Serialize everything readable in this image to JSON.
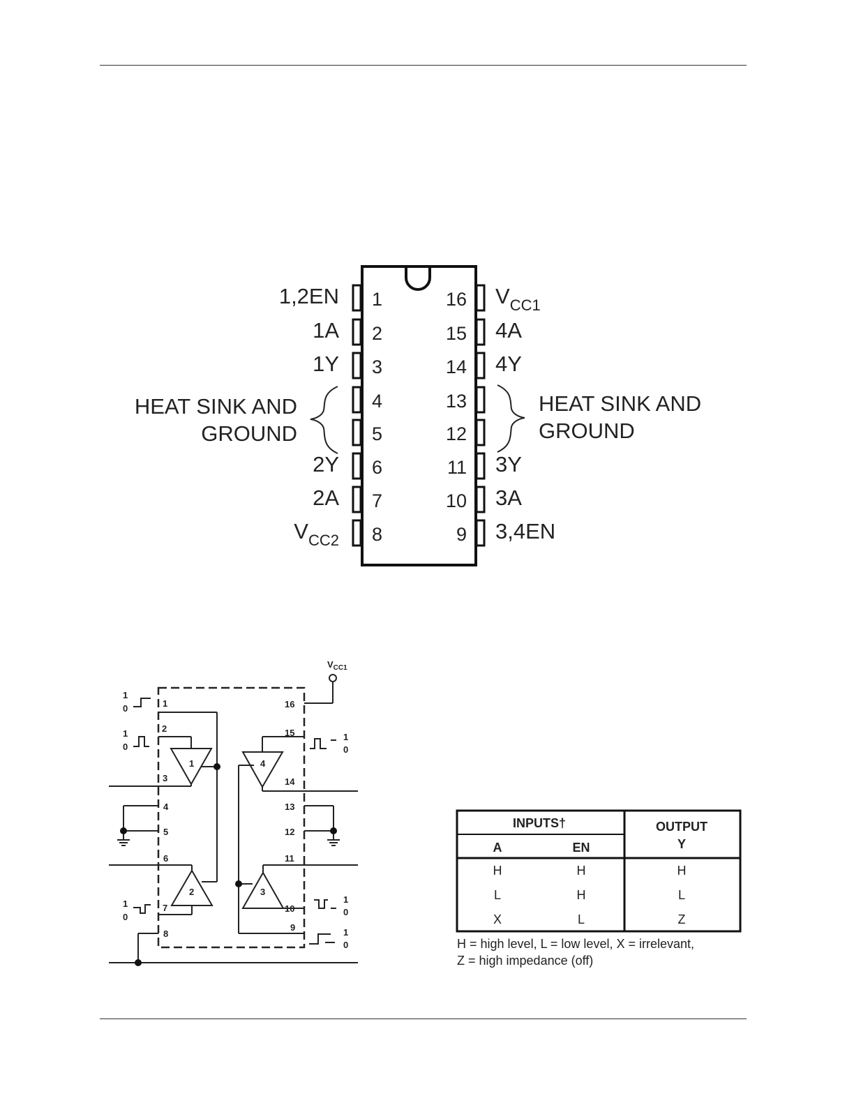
{
  "pinout": {
    "left_pins": [
      {
        "num": "1",
        "label": "1,2EN"
      },
      {
        "num": "2",
        "label": "1A"
      },
      {
        "num": "3",
        "label": "1Y"
      },
      {
        "num": "4",
        "label": ""
      },
      {
        "num": "5",
        "label": ""
      },
      {
        "num": "6",
        "label": "2Y"
      },
      {
        "num": "7",
        "label": "2A"
      },
      {
        "num": "8",
        "label": "V",
        "sub": "CC2"
      }
    ],
    "right_pins": [
      {
        "num": "16",
        "label": "V",
        "sub": "CC1"
      },
      {
        "num": "15",
        "label": "4A"
      },
      {
        "num": "14",
        "label": "4Y"
      },
      {
        "num": "13",
        "label": ""
      },
      {
        "num": "12",
        "label": ""
      },
      {
        "num": "11",
        "label": "3Y"
      },
      {
        "num": "10",
        "label": "3A"
      },
      {
        "num": "9",
        "label": "3,4EN"
      }
    ],
    "heat_sink_left": [
      "HEAT SINK AND",
      "GROUND"
    ],
    "heat_sink_right": [
      "HEAT SINK AND",
      "GROUND"
    ]
  },
  "logic_diagram": {
    "vcc_label": "V",
    "vcc_sub": "CC1",
    "pin_numbers": {
      "p1": "1",
      "p2": "2",
      "p3": "3",
      "p4": "4",
      "p5": "5",
      "p6": "6",
      "p7": "7",
      "p8": "8",
      "p9": "9",
      "p10": "10",
      "p11": "11",
      "p12": "12",
      "p13": "13",
      "p14": "14",
      "p15": "15",
      "p16": "16"
    },
    "buffers": [
      "1",
      "2",
      "3",
      "4"
    ],
    "waveform_levels": {
      "high": "1",
      "low": "0"
    }
  },
  "truth_table": {
    "inputs_header": "INPUTS†",
    "output_header_line1": "OUTPUT",
    "output_header_line2": "Y",
    "col_a": "A",
    "col_en": "EN",
    "rows": [
      {
        "a": "H",
        "en": "H",
        "y": "H"
      },
      {
        "a": "L",
        "en": "H",
        "y": "L"
      },
      {
        "a": "X",
        "en": "L",
        "y": "Z"
      }
    ],
    "note_line1": "H = high level, L = low level, X = irrelevant,",
    "note_line2": "Z = high impedance (off)"
  }
}
